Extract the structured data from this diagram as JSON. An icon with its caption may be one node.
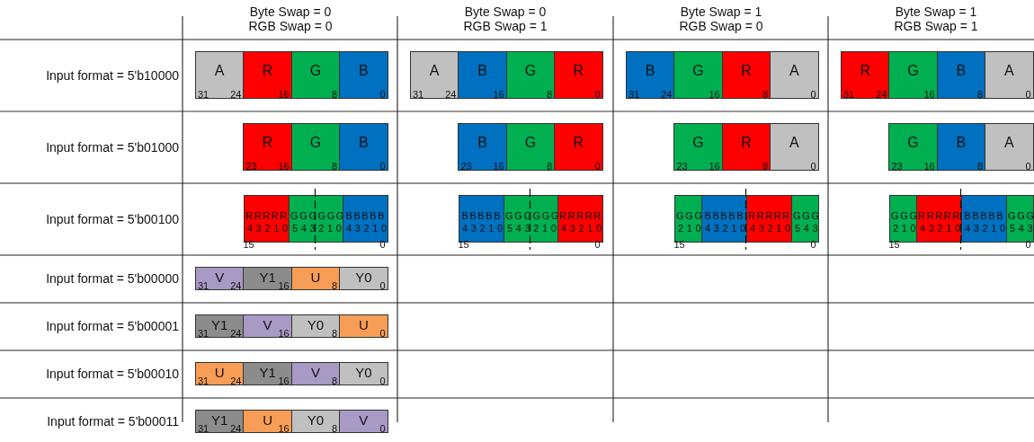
{
  "diagram": {
    "nodes": [
      {
        "text": [
          "A",
          "31",
          "24"
        ]
      },
      {
        "text": [
          "R",
          "16"
        ]
      },
      {
        "text": [
          "G",
          "8"
        ]
      },
      {
        "text": [
          "B",
          "0"
        ]
      },
      {
        "text": [
          "A",
          "31",
          "24"
        ]
      },
      {
        "text": [
          "B",
          "16"
        ]
      },
      {
        "text": [
          "G",
          "8"
        ]
      },
      {
        "text": [
          "R",
          "0"
        ]
      },
      {
        "text": [
          "B",
          "31",
          "24"
        ]
      },
      {
        "text": [
          "G",
          "16"
        ]
      },
      {
        "text": [
          "R",
          "8"
        ]
      },
      {
        "text": [
          "A",
          "0"
        ]
      },
      {
        "text": [
          "R",
          "31",
          "24"
        ]
      },
      {
        "text": [
          "G",
          "16"
        ]
      },
      {
        "text": [
          "B",
          "8"
        ]
      },
      {
        "text": [
          "A",
          "0"
        ]
      },
      {
        "text": [
          "R",
          "23",
          "16"
        ]
      },
      {
        "text": [
          "G",
          "8"
        ]
      },
      {
        "text": [
          "B",
          "0"
        ]
      },
      {
        "text": [
          "B",
          "23",
          "16"
        ]
      },
      {
        "text": [
          "G",
          "8"
        ]
      },
      {
        "text": [
          "R",
          "0"
        ]
      },
      {
        "text": [
          "G",
          "23",
          "16"
        ]
      },
      {
        "text": [
          "R",
          "8"
        ]
      },
      {
        "text": [
          "A",
          "0"
        ]
      },
      {
        "text": [
          "G",
          "23",
          "16"
        ]
      },
      {
        "text": [
          "B",
          "8"
        ]
      },
      {
        "text": [
          "A",
          "0"
        ]
      },
      {
        "text": [
          "RRRRR",
          "43210"
        ]
      },
      {
        "text": [
          "GGGGGG",
          "543210"
        ]
      },
      {
        "text": [
          "BBBBB",
          "43210"
        ]
      },
      {
        "text": [
          "BBBBB",
          "43210"
        ]
      },
      {
        "text": [
          "GGGGGG",
          "543210"
        ]
      },
      {
        "text": [
          "RRRRR",
          "43210"
        ]
      },
      {
        "text": [
          "GGG",
          "210"
        ]
      },
      {
        "text": [
          "BBBBB",
          "43210"
        ]
      },
      {
        "text": [
          "RRRRR",
          "43210"
        ]
      },
      {
        "text": [
          "GGG",
          "543"
        ]
      },
      {
        "text": [
          "GGG",
          "210"
        ]
      },
      {
        "text": [
          "RRRRR",
          "43210"
        ]
      },
      {
        "text": [
          "BBBBB",
          "43210"
        ]
      },
      {
        "text": [
          "GGG",
          "543"
        ]
      },
      {
        "text": [
          "V",
          "31",
          "24"
        ]
      },
      {
        "text": [
          "Y1",
          "16"
        ]
      },
      {
        "text": [
          "U",
          "8"
        ]
      },
      {
        "text": [
          "Y0",
          "0"
        ]
      },
      {
        "text": [
          "Y1",
          "31",
          "24"
        ]
      },
      {
        "text": [
          "V",
          "16"
        ]
      },
      {
        "text": [
          "Y0",
          "8"
        ]
      },
      {
        "text": [
          "U",
          "0"
        ]
      },
      {
        "text": [
          "U",
          "31",
          "24"
        ]
      },
      {
        "text": [
          "Y1",
          "16"
        ]
      },
      {
        "text": [
          "V",
          "8"
        ]
      },
      {
        "text": [
          "Y0",
          "0"
        ]
      },
      {
        "text": [
          "Y1",
          "31",
          "24"
        ]
      },
      {
        "text": [
          "U",
          "16"
        ]
      },
      {
        "text": [
          "Y0",
          "8"
        ]
      },
      {
        "text": [
          "V",
          "0"
        ]
      }
    ],
    "labels": [
      "Byte Swap = 0 RGB Swap = 0",
      "Byte Swap = 0 RGB Swap = 1",
      "Byte Swap = 1 RGB Swap = 0",
      "Byte Swap = 1 RGB Swap = 1",
      "Input format = 5'b10000",
      "Input format = 5'b01000",
      "Input format = 5'b00100",
      "15",
      "0",
      "15",
      "0",
      "15",
      "0",
      "15",
      "0",
      "Input format = 5'b00000",
      "Input format = 5'b00001",
      "Input format = 5'b00010",
      "Input format = 5'b00011"
    ]
  }
}
